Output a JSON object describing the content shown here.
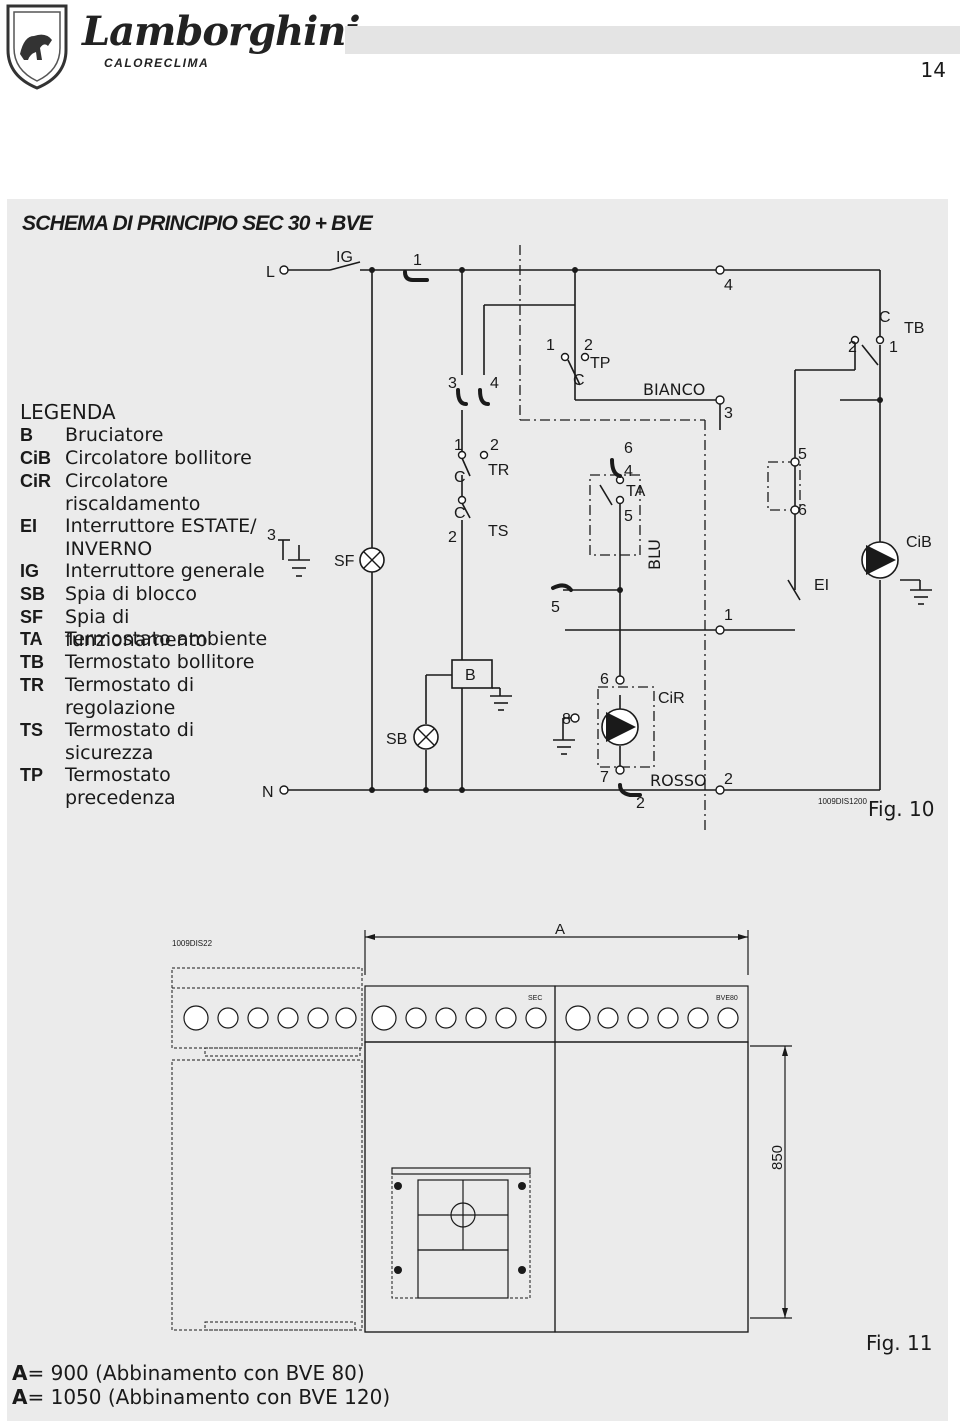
{
  "header": {
    "brand_main": "Lamborghini",
    "brand_sub": "CALORECLIMA",
    "page_number": "14"
  },
  "section_title": "SCHEMA DI PRINCIPIO SEC 30 + BVE",
  "legend": {
    "title": "LEGENDA",
    "items": [
      {
        "code": "B",
        "desc": "Bruciatore"
      },
      {
        "code": "CiB",
        "desc": "Circolatore bollitore"
      },
      {
        "code": "CiR",
        "desc": "Circolatore riscaldamento"
      },
      {
        "code": "EI",
        "desc": "Interruttore ESTATE/ INVERNO"
      },
      {
        "code": "IG",
        "desc": "Interruttore generale"
      },
      {
        "code": "SB",
        "desc": "Spia di blocco"
      },
      {
        "code": "SF",
        "desc": "Spia di funzionamento"
      },
      {
        "code": "TA",
        "desc": "Termostato ambiente"
      },
      {
        "code": "TB",
        "desc": "Termostato bollitore"
      },
      {
        "code": "TR",
        "desc": "Termostato di regolazione"
      },
      {
        "code": "TS",
        "desc": "Termostato di sicurezza"
      },
      {
        "code": "TP",
        "desc": "Termostato precedenza"
      }
    ]
  },
  "wiring": {
    "line": "L",
    "neutral": "N",
    "ig": "IG",
    "sf": "SF",
    "sb": "SB",
    "b": "B",
    "tr": "TR",
    "ts": "TS",
    "tp": "TP",
    "ta": "TA",
    "tb": "TB",
    "ei": "EI",
    "cir": "CiR",
    "cib": "CiB",
    "c": "C",
    "wire_white": "BIANCO",
    "wire_blue": "BLU",
    "wire_red": "ROSSO",
    "n1": "1",
    "n2": "2",
    "n3": "3",
    "n4": "4",
    "n5": "5",
    "n6": "6",
    "n7": "7",
    "n8": "8",
    "code": "1009DIS1200",
    "fig": "Fig. 10"
  },
  "dimensions": {
    "dim_a": "A",
    "dim_height": "850",
    "code": "1009DIS22",
    "panel_left_label": "SEC",
    "panel_right_label": "BVE80",
    "fig": "Fig. 11"
  },
  "footnotes": [
    {
      "key": "A",
      "text": "= 900 (Abbinamento con BVE 80)"
    },
    {
      "key": "A",
      "text": "= 1050 (Abbinamento con BVE 120)"
    }
  ]
}
